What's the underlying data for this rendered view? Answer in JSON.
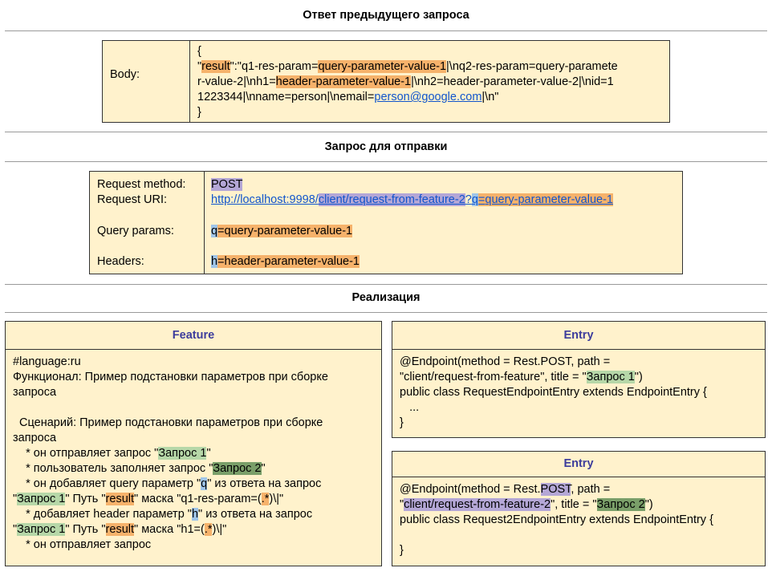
{
  "sections": {
    "prev_response": "Ответ предыдущего запроса",
    "request": "Запрос для отправки",
    "implementation": "Реализация"
  },
  "body_box": {
    "label": "Body:",
    "open": "{",
    "close": "}",
    "l1_q": "\"",
    "l1_result": "result",
    "l1_mid": "\":\"q1-res-param=",
    "l1_val": "query-parameter-value-1",
    "l1_end": "|\\nq2-res-param=query-paramete",
    "l2_a": "r-value-2|\\nh1=",
    "l2_val": "header-parameter-value-1",
    "l2_end": "|\\nh2=header-parameter-value-2|\\nid=1",
    "l3_a": "1223344|\\nname=person|\\nemail=",
    "l3_link": "person@google.com",
    "l3_end": "|\\n\""
  },
  "request_box": {
    "method_label": "Request method:",
    "method_value": "POST",
    "uri_label": "Request URI:",
    "uri_host": "http://localhost:9998/",
    "uri_path": "client/request-from-feature-2",
    "uri_q": "?",
    "uri_param": "q",
    "uri_eq": "=",
    "uri_value": "query-parameter-value-1",
    "query_label": "Query params:",
    "query_key": "q",
    "query_value": "=query-parameter-value-1",
    "headers_label": "Headers:",
    "header_key": "h",
    "header_value": "=header-parameter-value-1"
  },
  "feature": {
    "title": "Feature",
    "lang": "#language:ru",
    "func1": "Функционал: Пример подстановки параметров при сборке",
    "func2": "запроса",
    "scen1": "  Сценарий: Пример подстановки параметров при сборке",
    "scen2": "запроса",
    "s1_a": "    * он отправляет запрос \"",
    "s1_h": "Запрос 1",
    "s1_b": "\"",
    "s2_a": "    * пользователь заполняет запрос \"",
    "s2_h": "Запрос 2",
    "s2_b": "\"",
    "s3_a": "    * он добавляет query параметр \"",
    "s3_h": "q",
    "s3_b": "\" из ответа на запрос",
    "s4_q": "\"",
    "s4_h1": "Запрос 1",
    "s4_a": "\" Путь \"",
    "s4_h2": "result",
    "s4_b": "\" маска \"q1-res-param=(",
    "s4_h3": ".*",
    "s4_c": ")\\|\"",
    "s5_a": "    * добавляет header параметр \"",
    "s5_h": "h",
    "s5_b": "\" из ответа на запрос",
    "s6_q": "\"",
    "s6_h1": "Запрос 1",
    "s6_a": "\" Путь \"",
    "s6_h2": "result",
    "s6_b": "\" маска \"h1=(",
    "s6_h3": ".*",
    "s6_c": ")\\|\"",
    "s7": "    * он отправляет запрос"
  },
  "entry1": {
    "title": "Entry",
    "l1": "@Endpoint(method = Rest.POST, path =",
    "l2_a": "\"client/request-from-feature\", title = \"",
    "l2_h": "Запрос 1",
    "l2_b": "\")",
    "l3": "public class RequestEndpointEntry extends EndpointEntry {",
    "l4": "   ...",
    "l5": "}"
  },
  "entry2": {
    "title": "Entry",
    "l1_a": "@Endpoint(method = Rest.",
    "l1_h": "POST",
    "l1_b": ", path =",
    "l2_q": "\"",
    "l2_h1": "client/request-from-feature-2",
    "l2_a": "\", title = \"",
    "l2_h2": "Запрос 2",
    "l2_b": "\")",
    "l3": "public class Request2EndpointEntry extends EndpointEntry {",
    "l4": "",
    "l5": "}"
  }
}
